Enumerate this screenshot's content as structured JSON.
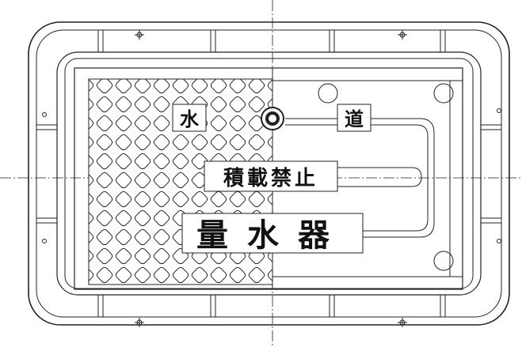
{
  "drawing": {
    "label_left_top": "水",
    "label_right_top": "道",
    "label_middle": "積載禁止",
    "label_bottom": "量水器"
  },
  "colors": {
    "line": "#222222",
    "background": "#ffffff"
  },
  "icons": {
    "emblem": "municipal-emblem-icon",
    "bolt_marks": "crosshair-icon"
  }
}
